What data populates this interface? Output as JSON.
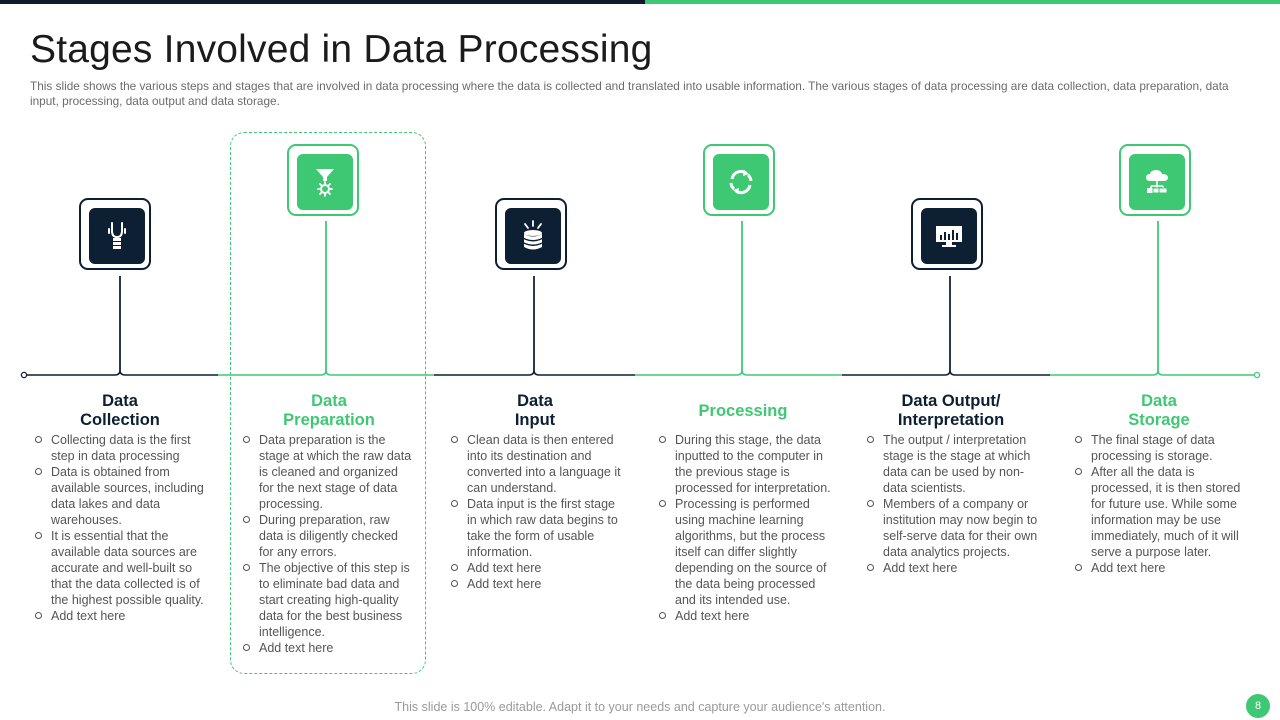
{
  "title": "Stages Involved in Data Processing",
  "subtitle": "This slide shows the various steps and stages that are involved in data processing where the data is collected and translated into usable information. The various stages of data processing are data collection, data preparation, data input, processing, data output and data storage.",
  "stages": [
    {
      "title": "Data\nCollection",
      "color": "#0d1f33",
      "icon": "plug-icon",
      "bullets": [
        "Collecting data is the first step in data processing",
        "Data is obtained from available sources, including data lakes and data warehouses.",
        "It is essential that the available data sources are accurate and well-built so that the data collected is of the highest possible quality.",
        "Add text here"
      ]
    },
    {
      "title": "Data\nPreparation",
      "color": "#3fc873",
      "icon": "funnel-icon",
      "bullets": [
        "Data preparation is the stage at which the raw data is cleaned and organized for the next stage of data processing.",
        "During preparation, raw data is diligently checked for any errors.",
        "The objective of this step is to eliminate bad data and start creating high-quality data for the best business intelligence.",
        "Add text here"
      ]
    },
    {
      "title": "Data\nInput",
      "color": "#0d1f33",
      "icon": "database-icon",
      "bullets": [
        "Clean data is then entered into its destination and converted into a language it can understand.",
        "Data input is the first stage in which raw data begins to take the form of usable information.",
        "Add text here",
        "Add text here"
      ]
    },
    {
      "title": "Processing",
      "color": "#3fc873",
      "icon": "refresh-cycle-icon",
      "bullets": [
        "During this stage, the data inputted to the computer in the previous stage is processed for interpretation.",
        "Processing is performed using machine learning algorithms, but the process itself can differ slightly depending on the source of the data being processed and its intended use.",
        "Add text here"
      ]
    },
    {
      "title": "Data Output/\nInterpretation",
      "color": "#0d1f33",
      "icon": "monitor-chart-icon",
      "bullets": [
        "The output / interpretation stage is the stage at which data can be used by non-data scientists.",
        "Members of a company or institution may now begin to self-serve data for their own data analytics projects.",
        "Add text here"
      ]
    },
    {
      "title": "Data\nStorage",
      "color": "#3fc873",
      "icon": "cloud-storage-icon",
      "bullets": [
        "The final stage of data processing is storage.",
        "After all the data is processed, it is then stored for future use. While some information may be use immediately, much of it will serve a purpose later.",
        "Add text here"
      ]
    }
  ],
  "footer": "This slide is 100% editable. Adapt it to your needs and capture your audience's attention.",
  "page_number": "8"
}
